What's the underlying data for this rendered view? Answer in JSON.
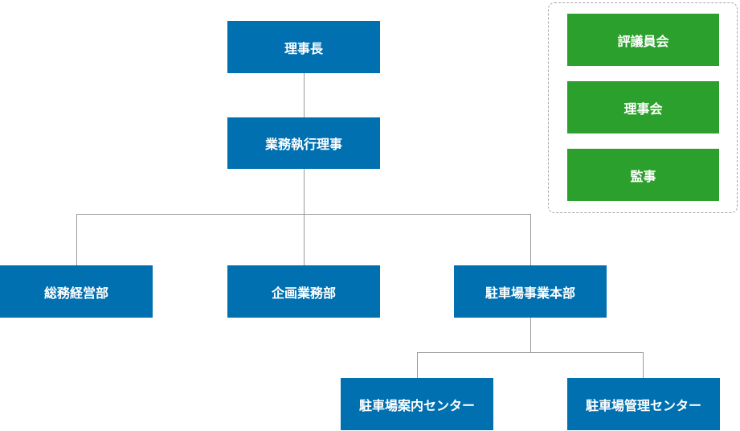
{
  "org": {
    "chairman": "理事長",
    "executive_director": "業務執行理事",
    "departments": {
      "general_affairs": "総務経営部",
      "planning": "企画業務部",
      "parking_division": "駐車場事業本部"
    },
    "parking_centers": {
      "guidance": "駐車場案内センター",
      "management": "駐車場管理センター"
    }
  },
  "governance": {
    "items": [
      "評議員会",
      "理事会",
      "監事"
    ]
  },
  "colors": {
    "org_box": "#0070b0",
    "governance_box": "#2ca02c",
    "connector": "#9a9a9a"
  }
}
